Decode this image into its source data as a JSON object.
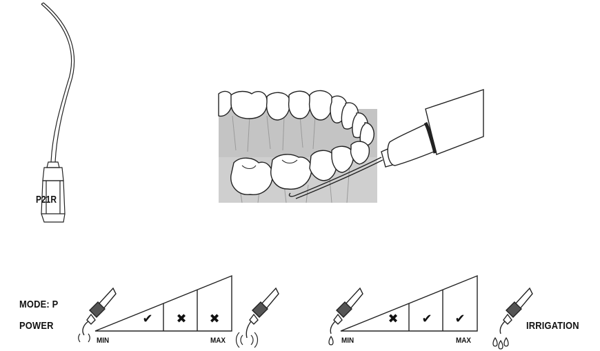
{
  "tip": {
    "model_label": "P21R"
  },
  "power_scale": {
    "mode_label": "MODE: P",
    "title": "POWER",
    "min_label": "MIN",
    "max_label": "MAX",
    "marks": [
      "✔",
      "✖",
      "✖"
    ]
  },
  "irrigation_scale": {
    "title": "IRRIGATION",
    "min_label": "MIN",
    "max_label": "MAX",
    "marks": [
      "✖",
      "✔",
      "✔"
    ]
  }
}
